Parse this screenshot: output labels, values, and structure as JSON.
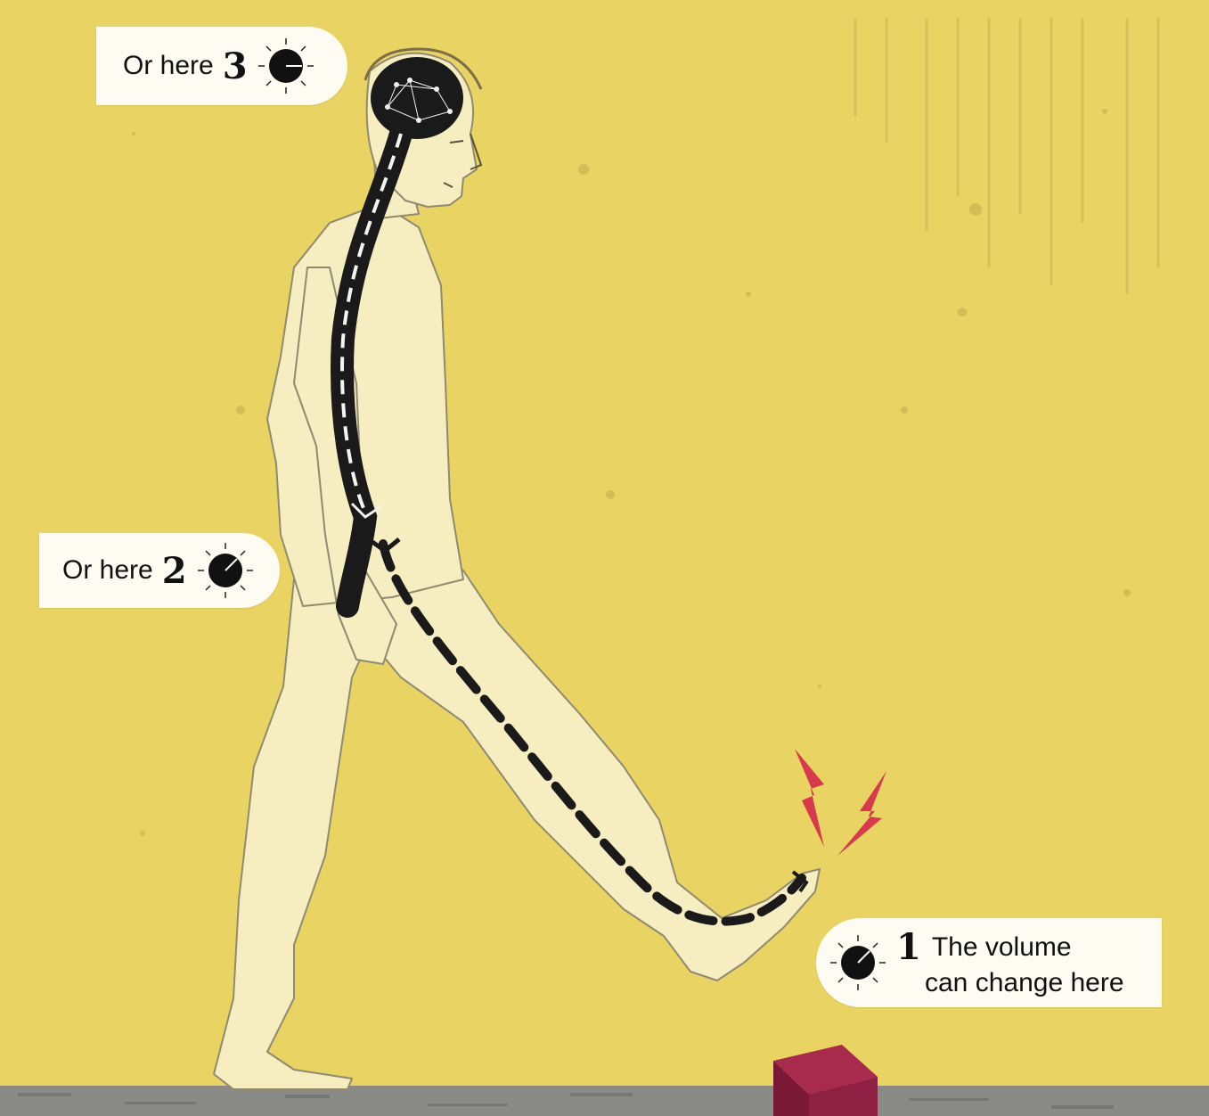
{
  "labels": {
    "here_3": {
      "text": "Or here",
      "number": "3",
      "dial_icon": "volume-dial-icon"
    },
    "here_2": {
      "text": "Or here",
      "number": "2",
      "dial_icon": "volume-dial-icon"
    },
    "here_1": {
      "number": "1",
      "line1": "The volume",
      "line2": "can change here",
      "dial_icon": "volume-dial-icon"
    }
  },
  "colors": {
    "background": "#e9d463",
    "nerve": "#1a1a1a",
    "pain_bolt": "#d63a4c",
    "brick": "#8a1c3a",
    "ground": "#8a8a86",
    "label_bg": "#fdfbf2"
  }
}
